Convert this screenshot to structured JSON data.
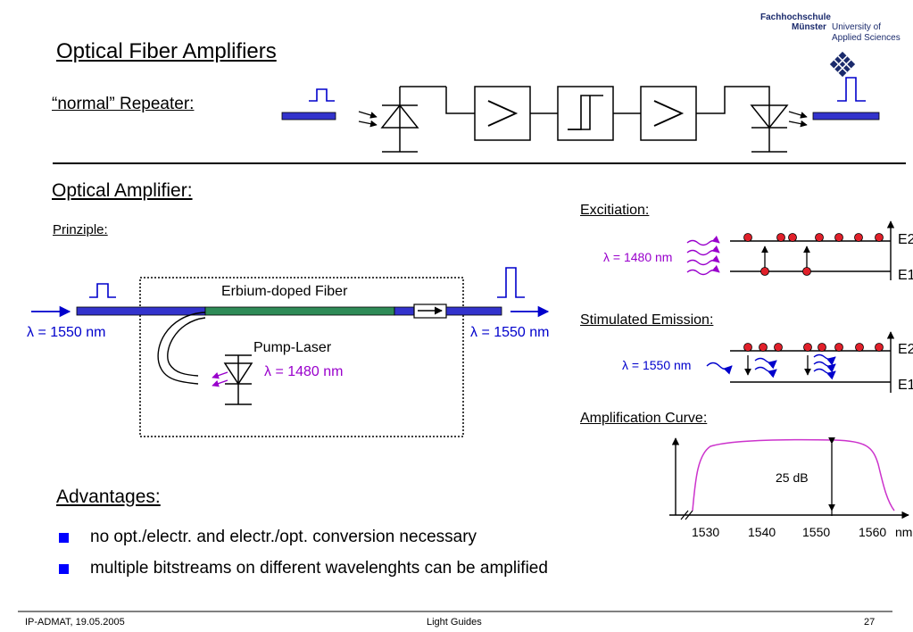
{
  "logo": {
    "line1": "Fachhochschule",
    "line2": "Münster",
    "line3": "University of",
    "line4": "Applied Sciences"
  },
  "title": "Optical Fiber Amplifiers",
  "repeater_label": "“normal” Repeater:",
  "optical_amp_heading": "Optical Amplifier:",
  "principle_label": "Prinziple:",
  "fiber_label": "Erbium-doped Fiber",
  "pump_label": "Pump-Laser",
  "pump_wavelength": "λ = 1480 nm",
  "input_wavelength": "λ = 1550 nm",
  "output_wavelength": "λ = 1550 nm",
  "excitation": {
    "heading": "Excitiation:",
    "wavelength": "λ = 1480 nm",
    "level_upper": "E2",
    "level_lower": "E1"
  },
  "stimulated": {
    "heading": "Stimulated Emission:",
    "wavelength": "λ = 1550 nm",
    "level_upper": "E2",
    "level_lower": "E1"
  },
  "amplification": {
    "heading": "Amplification Curve:",
    "gain_label": "25 dB",
    "ticks": [
      "1530",
      "1540",
      "1550",
      "1560"
    ],
    "unit": "nm"
  },
  "advantages": {
    "heading": "Advantages:",
    "items": [
      "no opt./electr. and electr./opt. conversion necessary",
      "multiple bitstreams on different wavelenghts can be amplified"
    ]
  },
  "footer": {
    "left": "IP-ADMAT, 19.05.2005",
    "center": "Light Guides",
    "page": "27"
  },
  "colors": {
    "fiber_blue": "#3333cc",
    "erbium_green": "#2e8b57",
    "pump_purple": "#9900cc",
    "signal_blue": "#0000cc",
    "atom_red": "#e0202a",
    "curve_magenta": "#cc33cc",
    "bullet_blue": "#0000ff"
  },
  "icons": {
    "logo_icon": "diamond-grid-icon",
    "bullet_icon": "square-bullet-icon"
  }
}
